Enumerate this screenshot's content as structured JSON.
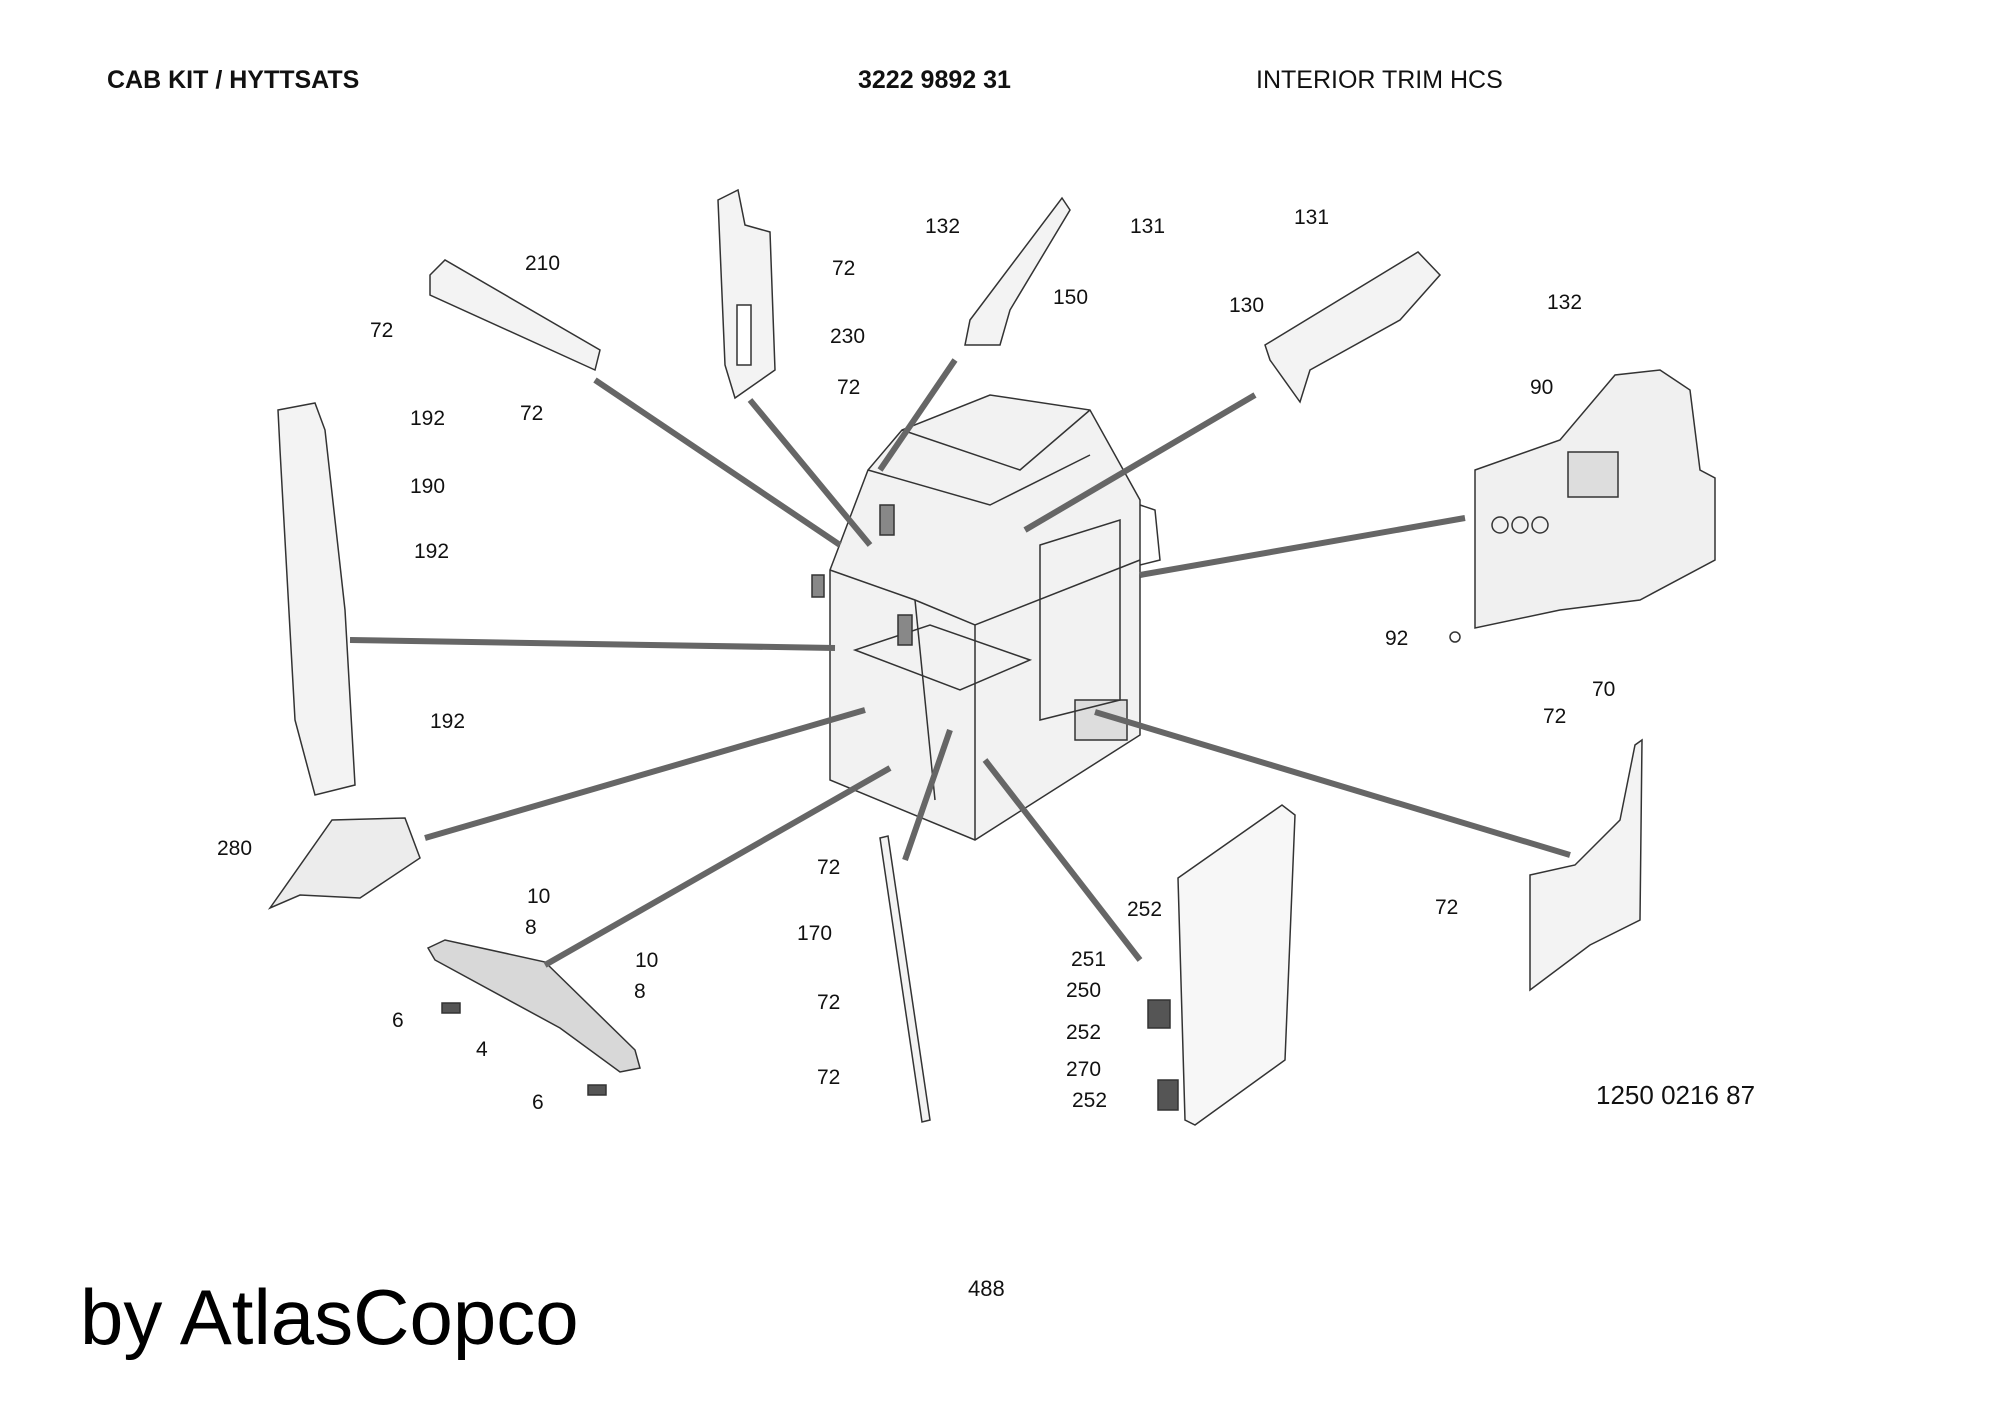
{
  "header": {
    "title": "CAB KIT / HYTTSATS",
    "part_number": "3222 9892 31",
    "subtitle": "INTERIOR TRIM HCS"
  },
  "callouts": {
    "c210": "210",
    "c72_a": "72",
    "c72_b": "72",
    "c72_c": "72",
    "c72_d": "72",
    "c230": "230",
    "c132_a": "132",
    "c131_a": "131",
    "c150": "150",
    "c131_b": "131",
    "c130": "130",
    "c132_b": "132",
    "c192_a": "192",
    "c190": "190",
    "c192_b": "192",
    "c192_c": "192",
    "c90": "90",
    "c92": "92",
    "c70": "70",
    "c72_e": "72",
    "c72_f": "72",
    "c280": "280",
    "c72_g": "72",
    "c170": "170",
    "c72_h": "72",
    "c72_i": "72",
    "c10_a": "10",
    "c8_a": "8",
    "c10_b": "10",
    "c8_b": "8",
    "c6_a": "6",
    "c4": "4",
    "c6_b": "6",
    "c252_a": "252",
    "c251": "251",
    "c250": "250",
    "c252_b": "252",
    "c270": "270",
    "c252_c": "252"
  },
  "page_number": "488",
  "figure_number": "1250 0216 87",
  "brand": "by AtlasCopco"
}
